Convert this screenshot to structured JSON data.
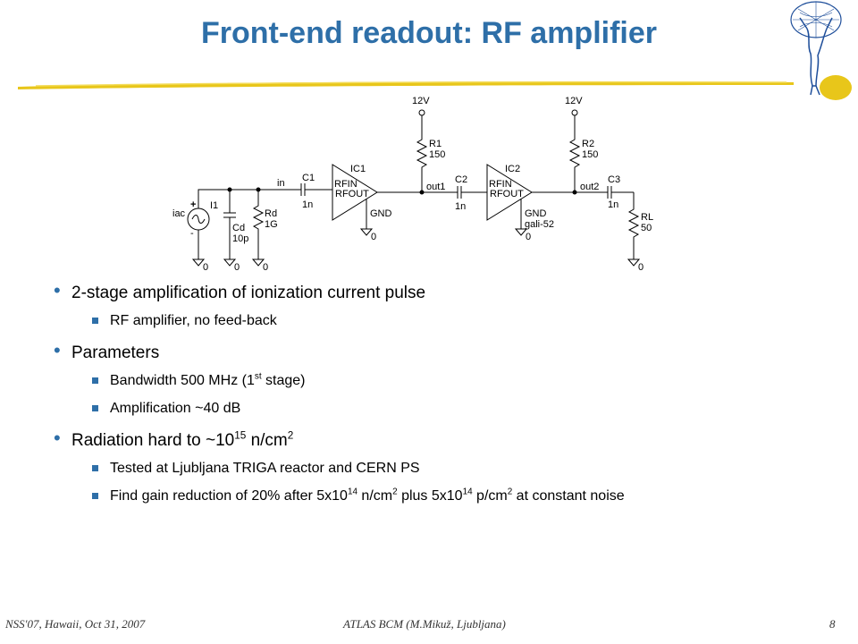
{
  "slide": {
    "title": "Front-end readout: RF amplifier"
  },
  "circuit": {
    "supply1": "12V",
    "supply2": "12V",
    "r1_name": "R1",
    "r1_value": "150",
    "r2_name": "R2",
    "r2_value": "150",
    "ic1_name": "IC1",
    "ic2_name": "IC2",
    "ic_in": "RFIN",
    "ic_out": "RFOUT",
    "ic1_gnd": "GND",
    "ic2_gnd": "GND",
    "ic2_part": "gali-52",
    "c1_name": "C1",
    "c1_value": "1n",
    "c2_name": "C2",
    "c2_value": "1n",
    "c3_name": "C3",
    "c3_value": "1n",
    "net_in": "in",
    "net_out1": "out1",
    "net_out2": "out2",
    "source_name": "I1",
    "source_label": "iac",
    "source_plus": "+",
    "source_minus": "-",
    "cd_name": "Cd",
    "cd_value": "10p",
    "rd_name": "Rd",
    "rd_value": "1G",
    "rl_name": "RL",
    "rl_value": "50",
    "gnd_label": "0"
  },
  "bullets": [
    {
      "text": "2-stage amplification of ionization current pulse",
      "sub": [
        "RF amplifier, no feed-back"
      ]
    },
    {
      "text": "Parameters",
      "sub": [
        "Bandwidth 500 MHz (1st stage)",
        "Amplification ~40 dB"
      ]
    },
    {
      "text": "Radiation hard to ~1015 n/cm2",
      "sub": [
        "Tested at Ljubljana TRIGA reactor and CERN PS",
        "Find gain reduction of 20% after 5x1014 n/cm2 plus 5x1014 p/cm2 at constant noise"
      ]
    }
  ],
  "text_parts": {
    "bw_a": "Bandwidth 500 MHz (1",
    "bw_sup": "st",
    "bw_b": " stage)",
    "rad_a": "Radiation hard to ~10",
    "rad_sup1": "15",
    "rad_b": " n/cm",
    "rad_sup2": "2",
    "gain_a": "Find gain reduction of 20% after 5x10",
    "gain_sup1": "14",
    "gain_b": " n/cm",
    "gain_sup2": "2",
    "gain_c": " plus 5x10",
    "gain_sup3": "14",
    "gain_d": " p/cm",
    "gain_sup4": "2",
    "gain_e": " at constant noise"
  },
  "footer": {
    "left": "NSS'07, Hawaii, Oct 31, 2007",
    "center": "ATLAS BCM (M.Mikuž, Ljubljana)",
    "page": "8"
  },
  "colors": {
    "title": "#2e6fa8",
    "bullet": "#2e6fa8",
    "underline": "#e8c61a"
  },
  "icons": {
    "logo": "atlas-figure-icon"
  }
}
